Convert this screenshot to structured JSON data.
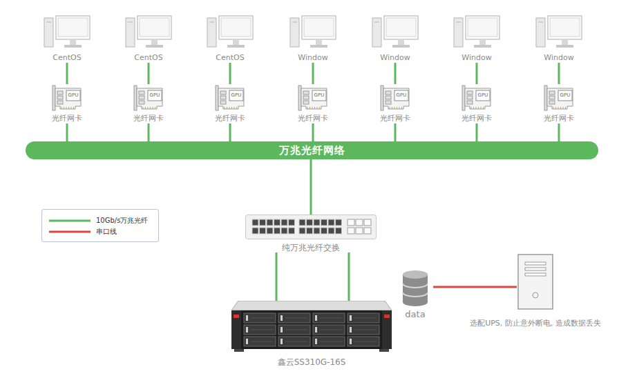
{
  "diagram": {
    "nodes": [
      {
        "text": [
          "CentOS"
        ]
      },
      {
        "text": [
          "CentOS"
        ]
      },
      {
        "text": [
          "CentOS"
        ]
      },
      {
        "text": [
          "Window"
        ]
      },
      {
        "text": [
          "Window"
        ]
      },
      {
        "text": [
          "Window"
        ]
      },
      {
        "text": [
          "Window"
        ]
      },
      {
        "text": [
          "GPU",
          "光纤网卡"
        ]
      },
      {
        "text": [
          "GPU",
          "光纤网卡"
        ]
      },
      {
        "text": [
          "GPU",
          "光纤网卡"
        ]
      },
      {
        "text": [
          "GPU",
          "光纤网卡"
        ]
      },
      {
        "text": [
          "GPU",
          "光纤网卡"
        ]
      },
      {
        "text": [
          "GPU",
          "光纤网卡"
        ]
      },
      {
        "text": [
          "GPU",
          "光纤网卡"
        ]
      },
      {
        "text": [
          "万兆光纤网络"
        ]
      },
      {
        "text": [
          "纯万兆光纤交换"
        ]
      },
      {
        "text": [
          "data"
        ]
      },
      {
        "text": [
          "选配UPS, 防止意外断电, 造成数据丢失"
        ]
      },
      {
        "text": [
          "鑫云SS310G-16S"
        ]
      }
    ],
    "edges": [
      {
        "from": 0,
        "to": 7,
        "arrow": "none"
      },
      {
        "from": 1,
        "to": 8,
        "arrow": "none"
      },
      {
        "from": 2,
        "to": 9,
        "arrow": "none"
      },
      {
        "from": 3,
        "to": 10,
        "arrow": "none"
      },
      {
        "from": 4,
        "to": 11,
        "arrow": "none"
      },
      {
        "from": 5,
        "to": 12,
        "arrow": "none"
      },
      {
        "from": 6,
        "to": 13,
        "arrow": "none"
      },
      {
        "from": 7,
        "to": 14,
        "arrow": "none"
      },
      {
        "from": 8,
        "to": 14,
        "arrow": "none"
      },
      {
        "from": 9,
        "to": 14,
        "arrow": "none"
      },
      {
        "from": 10,
        "to": 14,
        "arrow": "none"
      },
      {
        "from": 11,
        "to": 14,
        "arrow": "none"
      },
      {
        "from": 12,
        "to": 14,
        "arrow": "none"
      },
      {
        "from": 13,
        "to": 14,
        "arrow": "none"
      },
      {
        "from": 14,
        "to": 15,
        "arrow": "none"
      },
      {
        "from": 15,
        "to": 18,
        "arrow": "none"
      },
      {
        "from": 15,
        "to": 18,
        "arrow": "none"
      },
      {
        "from": 16,
        "to": 17,
        "arrow": "none"
      }
    ],
    "legend": [
      {
        "text": "10Gb/s万兆光纤"
      },
      {
        "text": "串口线"
      }
    ]
  }
}
